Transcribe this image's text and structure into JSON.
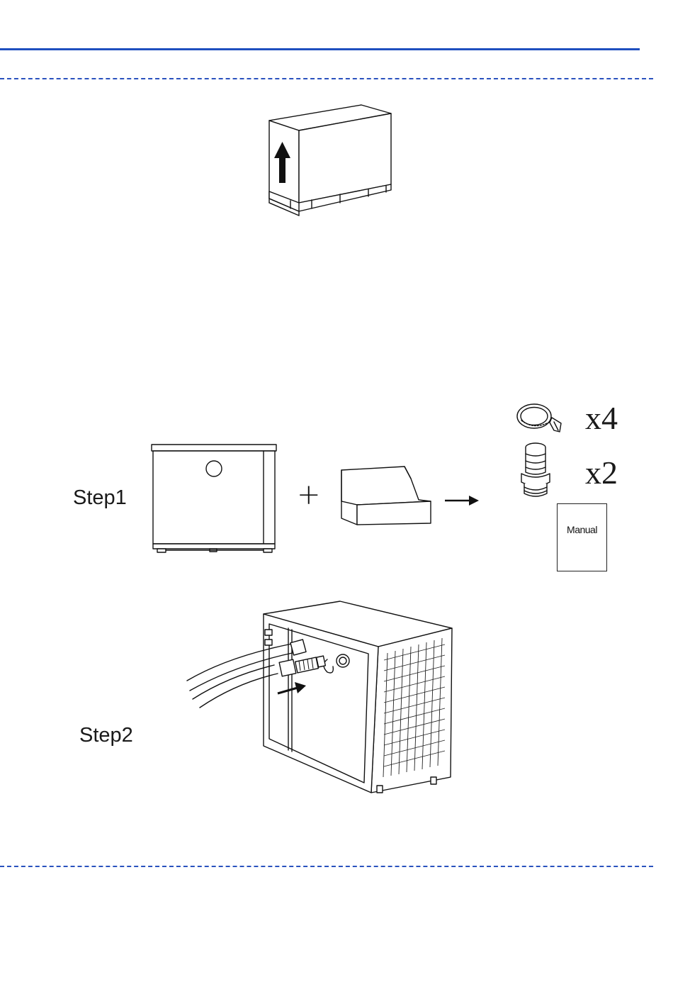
{
  "colors": {
    "header_rule": "#1f4fbf",
    "dashed_rule": "#2a52be"
  },
  "step1": {
    "label": "Step1",
    "plus_symbol": "+",
    "clamp_quantity": "x4",
    "connector_quantity": "x2",
    "manual_label": "Manual"
  },
  "step2": {
    "label": "Step2"
  },
  "icons": {
    "crate": "shipping-crate-with-up-arrow",
    "unit_front": "heat-pump-front-view",
    "cover": "folded-cover-pad",
    "arrow": "right-arrow",
    "clamp": "hose-clamp",
    "connector": "threaded-hose-connector",
    "unit_rear": "heat-pump-rear-view-with-hoses"
  }
}
